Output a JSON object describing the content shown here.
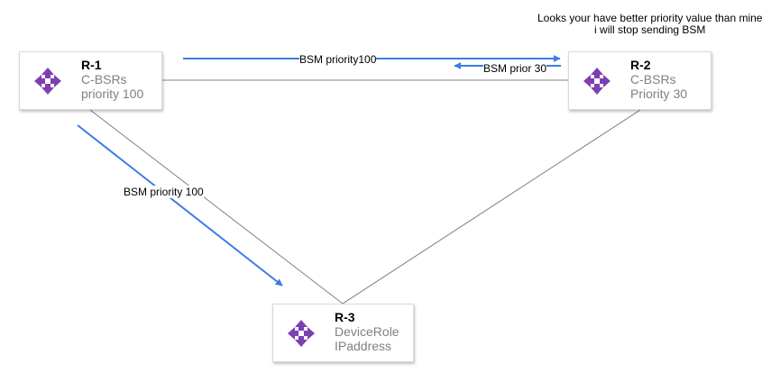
{
  "colors": {
    "node_icon": "#7d3fb3",
    "message_arrow": "#3c7ce6",
    "link_line": "#808080"
  },
  "nodes": [
    {
      "id": "r1",
      "name": "R-1",
      "line1": "C-BSRs",
      "line2": "priority 100",
      "icon": "router-icon"
    },
    {
      "id": "r2",
      "name": "R-2",
      "line1": "C-BSRs",
      "line2": "Priority 30",
      "icon": "router-icon"
    },
    {
      "id": "r3",
      "name": "R-3",
      "line1": "DeviceRole",
      "line2": "IPaddress",
      "icon": "router-icon"
    }
  ],
  "messages": {
    "r1_to_r2": "BSM priority100",
    "r2_to_r1": "BSM prior 30",
    "r1_to_r3": "BSM priority 100"
  },
  "note": {
    "line1": "Looks your have better priority value than mine",
    "line2": "i will stop sending BSM"
  }
}
